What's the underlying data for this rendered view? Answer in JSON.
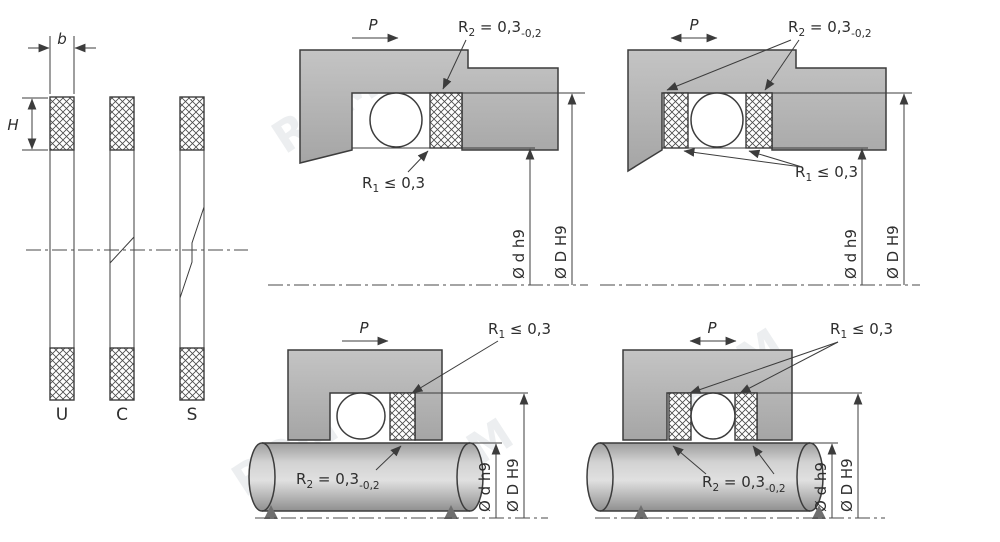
{
  "left_panel": {
    "dim_width": "b",
    "dim_height": "H",
    "ring_types": [
      {
        "label": "U"
      },
      {
        "label": "C"
      },
      {
        "label": "S"
      }
    ]
  },
  "annotations": {
    "pressure": "P",
    "r2": {
      "name": "R",
      "sub": "2",
      "rel": " = 0,3",
      "tol": "-0,2"
    },
    "r1": {
      "name": "R",
      "sub": "1",
      "rel": " ≤ 0,3"
    },
    "dim_rod": "Ø d h9",
    "dim_bore": "Ø D H9"
  },
  "watermark": {
    "text": "ROM"
  },
  "colors": {
    "line": "#3c3c3c",
    "metal": "#b6b6b6",
    "background": "#ffffff"
  }
}
